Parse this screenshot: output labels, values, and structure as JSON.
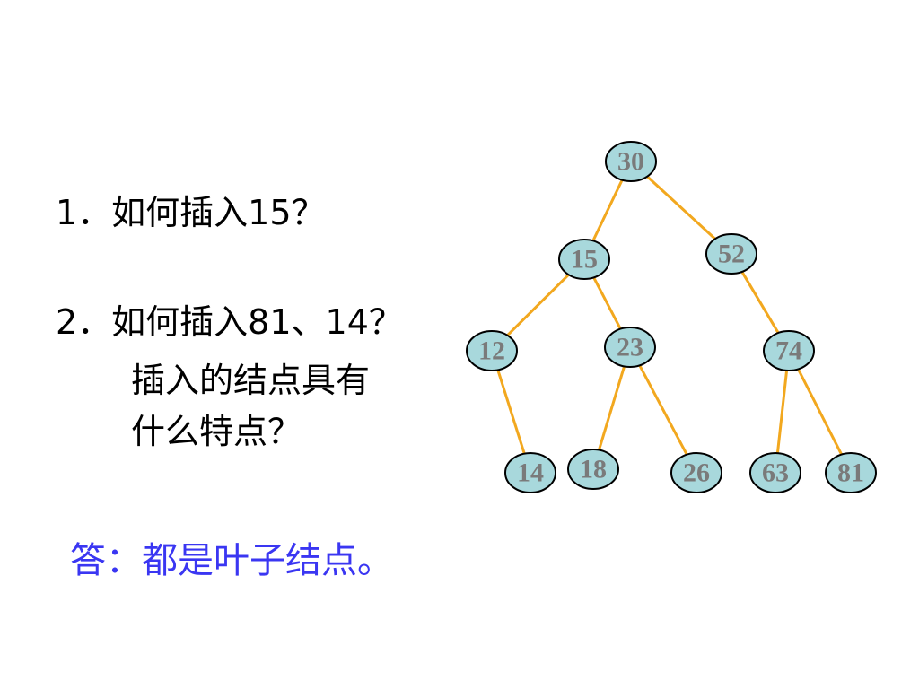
{
  "questions": {
    "q1": "1．如何插入15？",
    "q2": "2．如何插入81、14？",
    "q2_line2": "插入的结点具有",
    "q2_line3": "什么特点？"
  },
  "answer": "答：都是叶子结点。",
  "colors": {
    "node_fill": "#a8d8dc",
    "node_text": "#7a7a7a",
    "edge": "#f2a81f",
    "answer_text": "#3a36f2"
  },
  "tree": {
    "nodes": [
      "30",
      "15",
      "52",
      "12",
      "23",
      "74",
      "14",
      "18",
      "26",
      "63",
      "81"
    ],
    "edges": [
      [
        "30",
        "15"
      ],
      [
        "30",
        "52"
      ],
      [
        "15",
        "12"
      ],
      [
        "15",
        "23"
      ],
      [
        "52",
        "74"
      ],
      [
        "12",
        "14"
      ],
      [
        "23",
        "18"
      ],
      [
        "23",
        "26"
      ],
      [
        "74",
        "63"
      ],
      [
        "74",
        "81"
      ]
    ]
  }
}
